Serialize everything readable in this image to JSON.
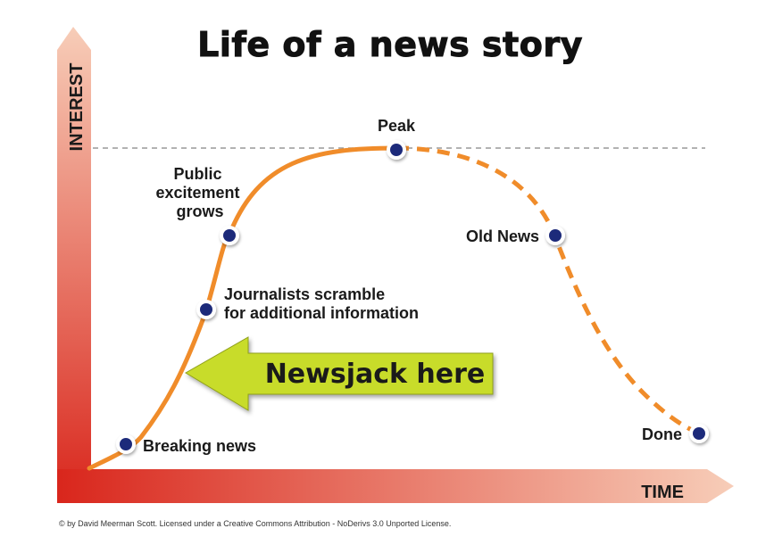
{
  "title": "Life of a news story",
  "axes": {
    "x_label": "TIME",
    "y_label": "INTEREST"
  },
  "callout": {
    "label": "Newsjack here",
    "color": "#c8dc2a"
  },
  "stages": [
    {
      "id": "breaking",
      "lines": [
        "Breaking news"
      ]
    },
    {
      "id": "journalists",
      "lines": [
        "Journalists scramble",
        "for additional information"
      ]
    },
    {
      "id": "public",
      "lines": [
        "Public",
        "excitement",
        "grows"
      ]
    },
    {
      "id": "peak",
      "lines": [
        "Peak"
      ]
    },
    {
      "id": "old",
      "lines": [
        "Old News"
      ]
    },
    {
      "id": "done",
      "lines": [
        "Done"
      ]
    }
  ],
  "colors": {
    "curve": "#f08c2a",
    "marker": "#1f2a7a",
    "axis_dark": "#d9261c",
    "axis_light": "#f7cdb8"
  },
  "footer": "© by David Meerman Scott. Licensed under a Creative Commons Attribution - NoDerivs 3.0 Unported License."
}
